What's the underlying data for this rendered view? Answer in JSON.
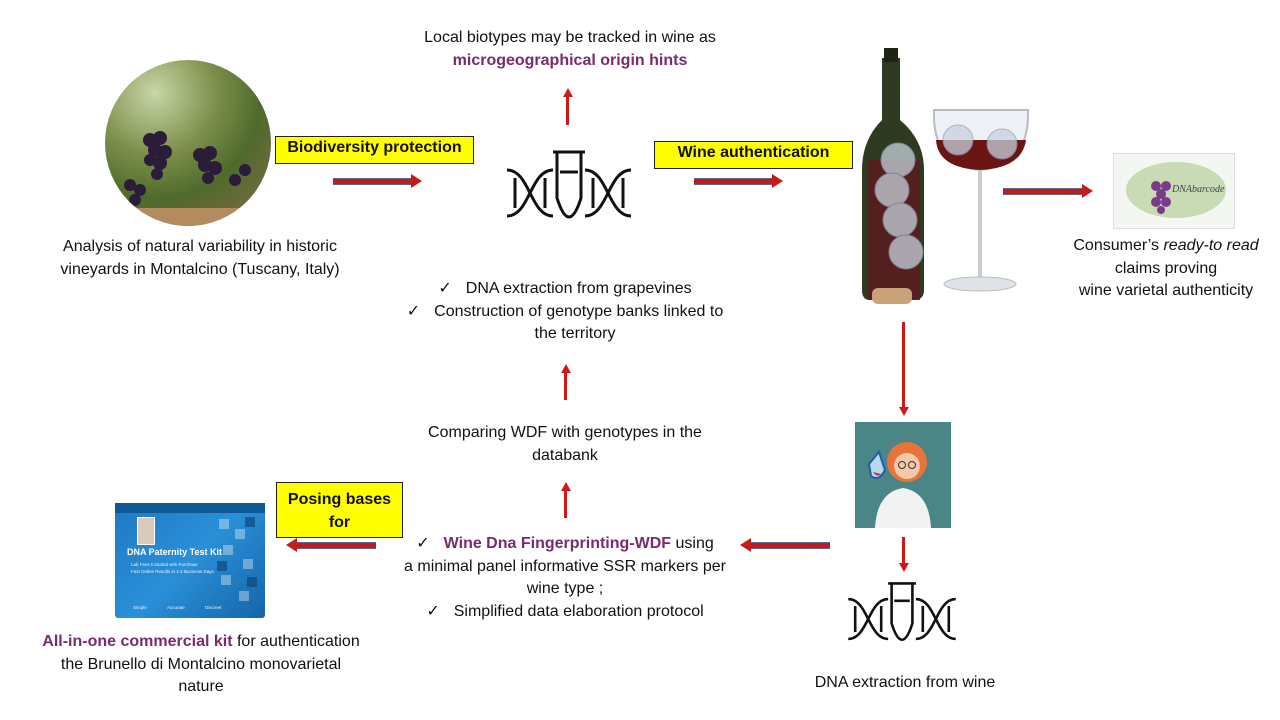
{
  "top_note": {
    "line1": "Local biotypes may be tracked  in wine as",
    "line2": "microgeographical origin hints"
  },
  "labels": {
    "biodiversity": "Biodiversity protection",
    "wine_auth": "Wine authentication",
    "posing_line1": "Posing bases",
    "posing_line2": "for"
  },
  "vineyard_caption": {
    "line1": "Analysis of natural variability in historic",
    "line2": "vineyards in Montalcino (Tuscany, Italy)"
  },
  "consumer": {
    "prefix": "Consumer’s ",
    "italic": "ready-to read",
    "line2": "claims proving",
    "line3": "wine varietal authenticity"
  },
  "center_checks": {
    "item1": "DNA extraction from grapevines",
    "item2_line1": "Construction of genotype banks linked to",
    "item2_line2": "the territory"
  },
  "compare": {
    "line1": "Comparing WDF with genotypes in the",
    "line2": "databank"
  },
  "wdf": {
    "highlight": "Wine Dna Fingerprinting-WDF",
    "suffix": " using",
    "line2": "a minimal panel informative SSR markers per",
    "line3": "wine type ;",
    "item2": "Simplified data elaboration protocol"
  },
  "kit_caption": {
    "highlight": "All-in-one commercial kit",
    "suffix": " for authentication",
    "line2": "the Brunello di Montalcino monovarietal",
    "line3": "nature"
  },
  "kit_box": {
    "title": "DNA Paternity Test Kit",
    "bullet1": "Lab Fees Included with Purchase",
    "bullet2": "Fast Online Results in 1-2 Business Days",
    "foot1": "Simple",
    "foot2": "Accurate",
    "foot3": "Discreet"
  },
  "wine_dna_caption": "DNA extraction from wine",
  "logo_text": "DNAbarcode",
  "colors": {
    "highlight": "#7a2a6e",
    "arrow": "#c41a1a",
    "label_bg": "#ffff00"
  }
}
